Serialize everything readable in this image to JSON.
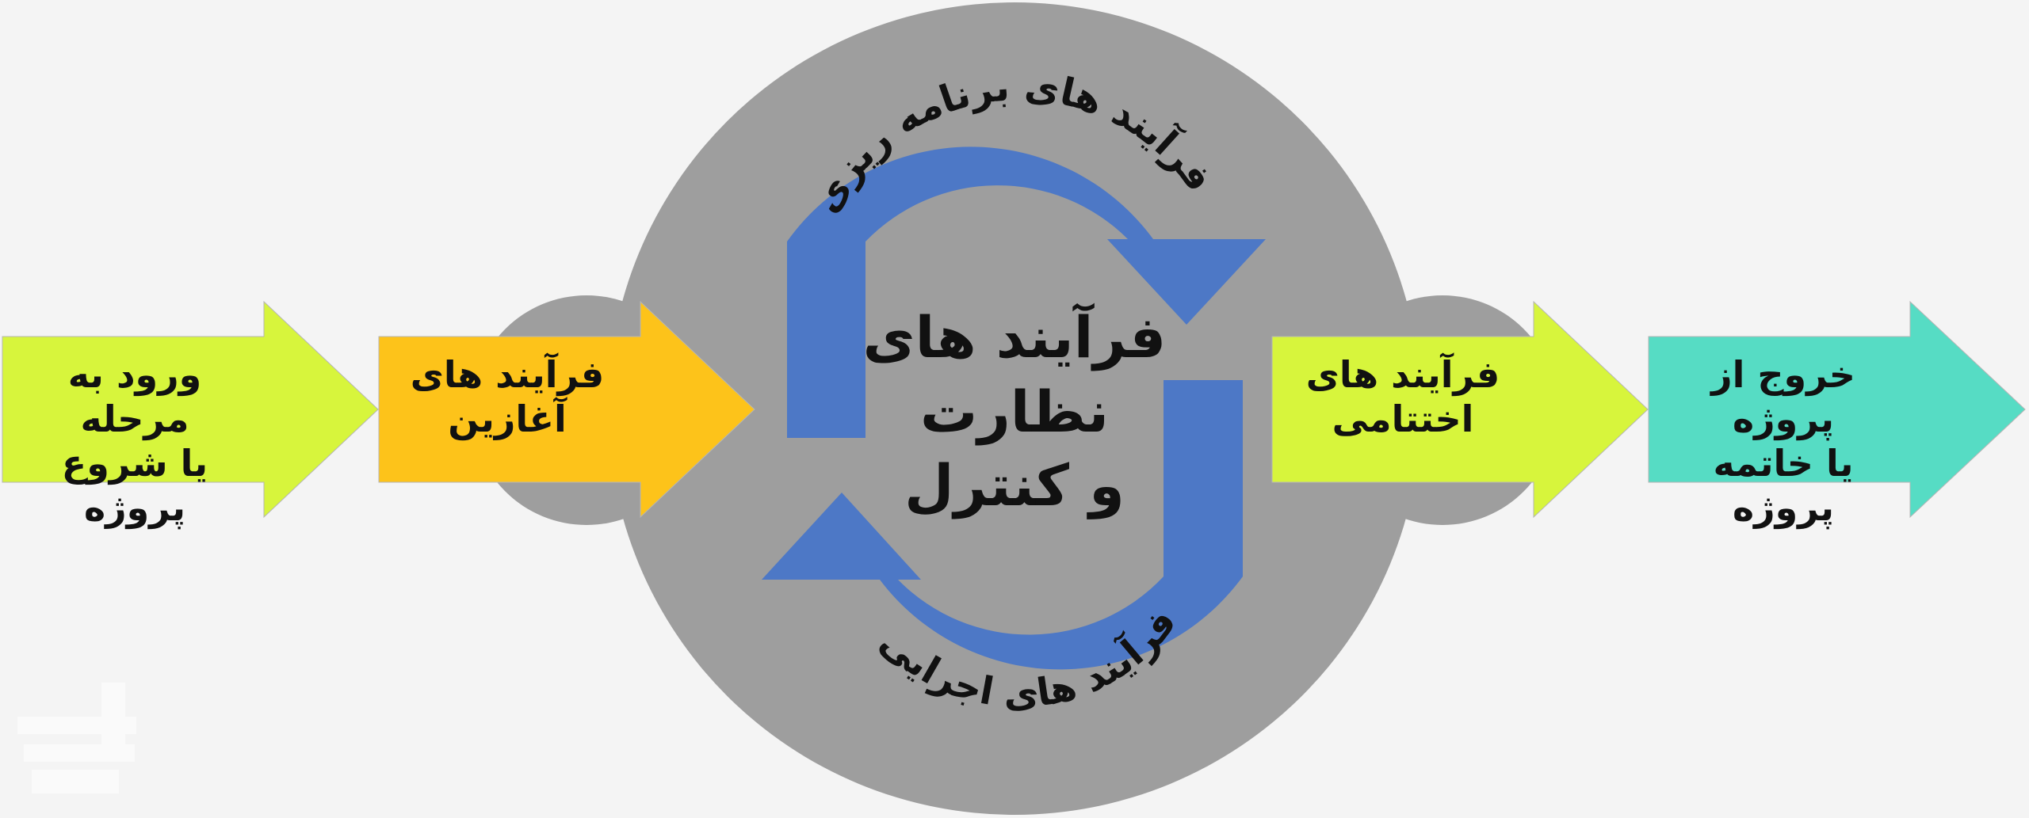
{
  "flow": {
    "entry": {
      "text": "ورود به مرحله\nیا شروع پروژه",
      "color": "#d7f53c"
    },
    "initiating": {
      "text": "فرآیند های\nآغازین",
      "color": "#fdc31a"
    },
    "closing": {
      "text": "فرآیند های\nاختتامی",
      "color": "#d7f53c"
    },
    "exit": {
      "text": "خروج از پروژه\nیا خاتمه پروژه",
      "color": "#56dcc4"
    }
  },
  "cycle": {
    "center": "فرآیند های\nنظارت\nو کنترل",
    "planning": "فرآیند های برنامه ریزی",
    "executing": "فرآیند های اجرایی",
    "arrow_color": "#4d78c6",
    "circle_color": "#9e9e9e"
  }
}
